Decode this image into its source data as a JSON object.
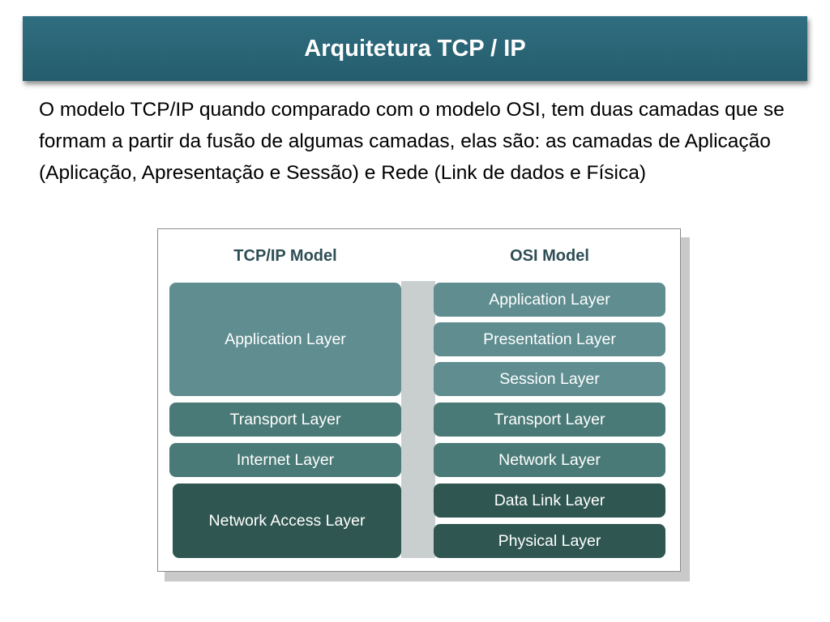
{
  "title": "Arquitetura TCP / IP",
  "body_text": "O modelo TCP/IP quando comparado com o modelo OSI, tem duas camadas que se formam a partir da fusão de algumas camadas, elas são: as camadas de Aplicação (Aplicação, Apresentação e Sessão) e Rede (Link de dados e Física)",
  "diagram": {
    "tcpip_heading": "TCP/IP Model",
    "osi_heading": "OSI Model",
    "tcpip_layers": [
      "Application Layer",
      "Transport Layer",
      "Internet Layer",
      "Network Access Layer"
    ],
    "osi_layers": [
      "Application Layer",
      "Presentation Layer",
      "Session Layer",
      "Transport Layer",
      "Network Layer",
      "Data Link Layer",
      "Physical Layer"
    ],
    "colors": {
      "title_bar": "#2f6e80",
      "layer_light": "#5f8d90",
      "layer_mid": "#4a7a77",
      "layer_dark": "#2f5650"
    }
  }
}
